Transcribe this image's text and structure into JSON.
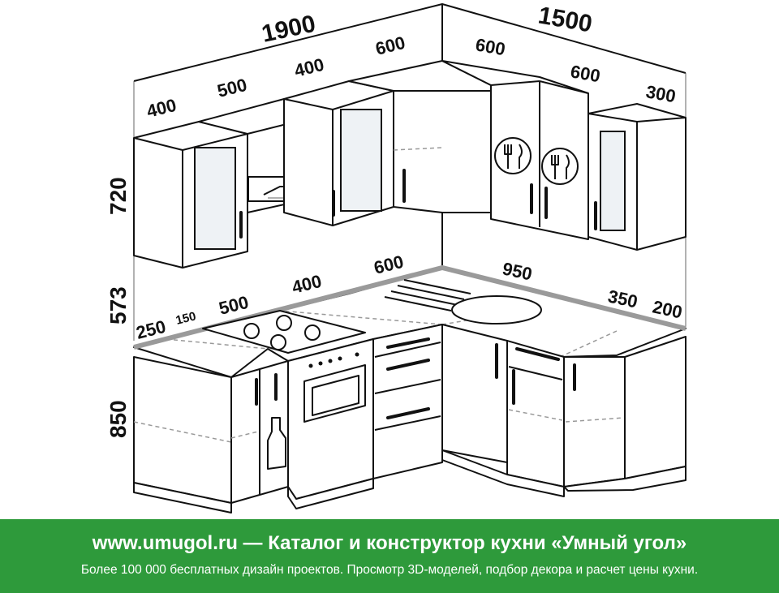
{
  "dimensions": {
    "wall_left_width": "1900",
    "wall_right_width": "1500",
    "upper_left": [
      "400",
      "500",
      "400",
      "600"
    ],
    "upper_right": [
      "600",
      "600",
      "300"
    ],
    "upper_height": "720",
    "gap_height": "573",
    "lower_height": "850",
    "lower_left": [
      "250",
      "150",
      "500",
      "400",
      "600"
    ],
    "lower_right": [
      "950",
      "350",
      "200"
    ]
  },
  "footer": {
    "title": "www.umugol.ru — Каталог и конструктор кухни «Умный угол»",
    "subtitle": "Более 100 000 бесплатных дизайн проектов. Просмотр 3D-моделей, подбор декора и расчет цены кухни."
  },
  "colors": {
    "footer_bg": "#2e9a3b",
    "countertop": "#9a9a9a",
    "line": "#111111"
  }
}
